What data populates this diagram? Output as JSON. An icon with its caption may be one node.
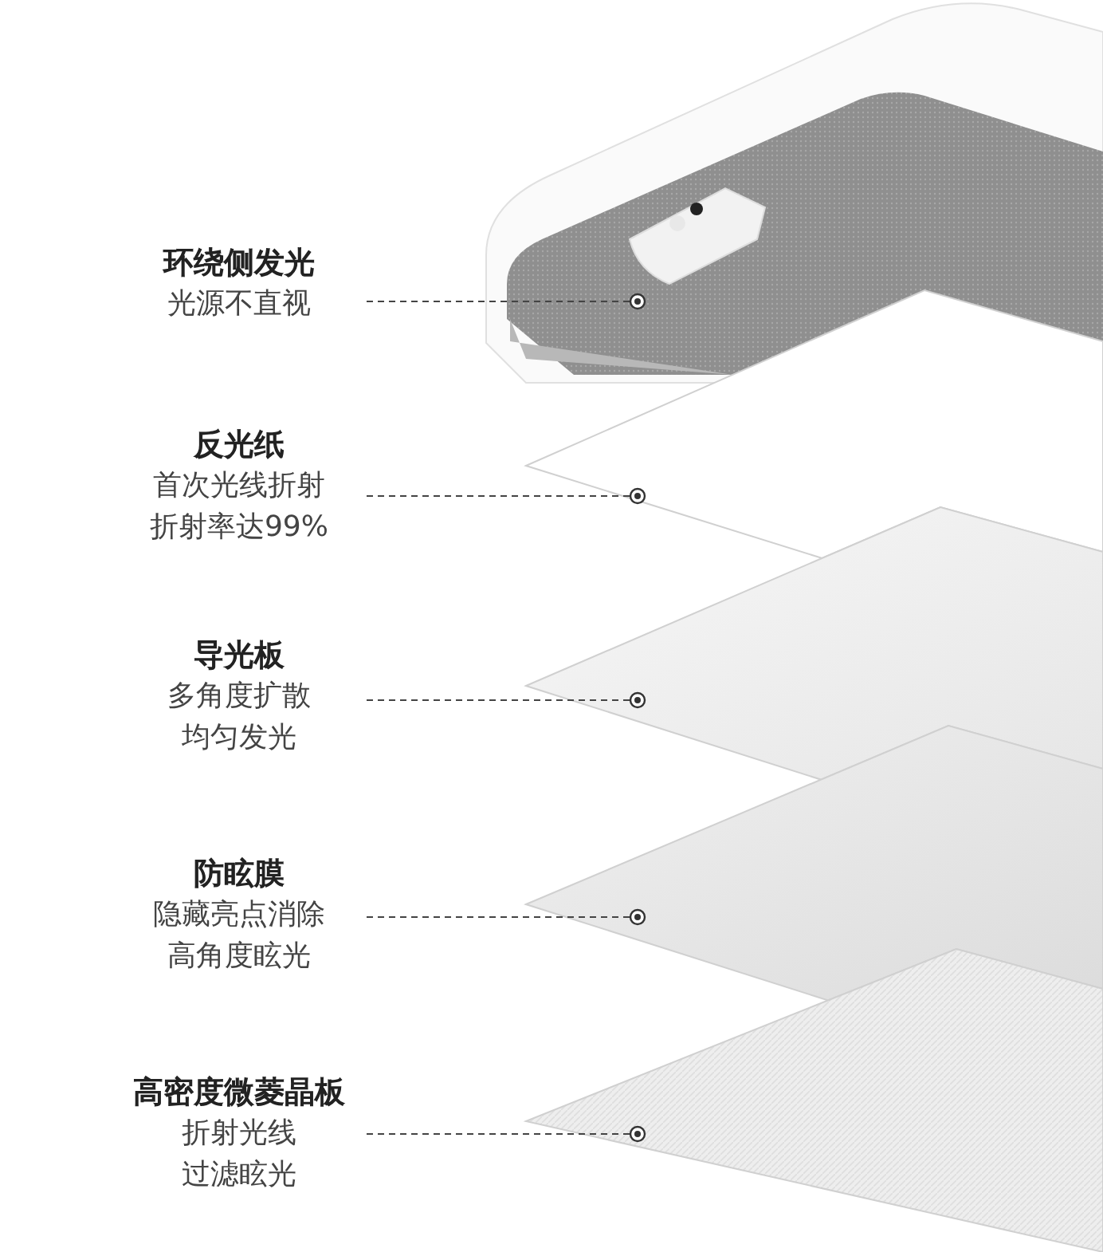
{
  "diagram": {
    "nodes": [
      {
        "text": [
          "环绕侧发光",
          "光源不直视"
        ]
      },
      {
        "text": [
          "反光纸",
          "首次光线折射",
          "折射率达99%"
        ]
      },
      {
        "text": [
          "导光板",
          "多角度扩散",
          "均匀发光"
        ]
      },
      {
        "text": [
          "防眩膜",
          "隐藏亮点消除",
          "高角度眩光"
        ]
      },
      {
        "text": [
          "高密度微菱晶板",
          "折射光线",
          "过滤眩光"
        ]
      },
      {
        "text": [],
        "shape": "picture"
      },
      {
        "text": [],
        "shape": "picture"
      },
      {
        "text": [],
        "shape": "picture"
      },
      {
        "text": [],
        "shape": "picture"
      },
      {
        "text": [],
        "shape": "picture"
      }
    ],
    "edges": [
      {
        "from": 0,
        "to": 5,
        "arrow": "other",
        "style": "dashed"
      },
      {
        "from": 1,
        "to": 6,
        "arrow": "other",
        "style": "dashed"
      },
      {
        "from": 2,
        "to": 7,
        "arrow": "other",
        "style": "dashed"
      },
      {
        "from": 3,
        "to": 8,
        "arrow": "other",
        "style": "dashed"
      },
      {
        "from": 4,
        "to": 9,
        "arrow": "other",
        "style": "dashed"
      }
    ]
  }
}
